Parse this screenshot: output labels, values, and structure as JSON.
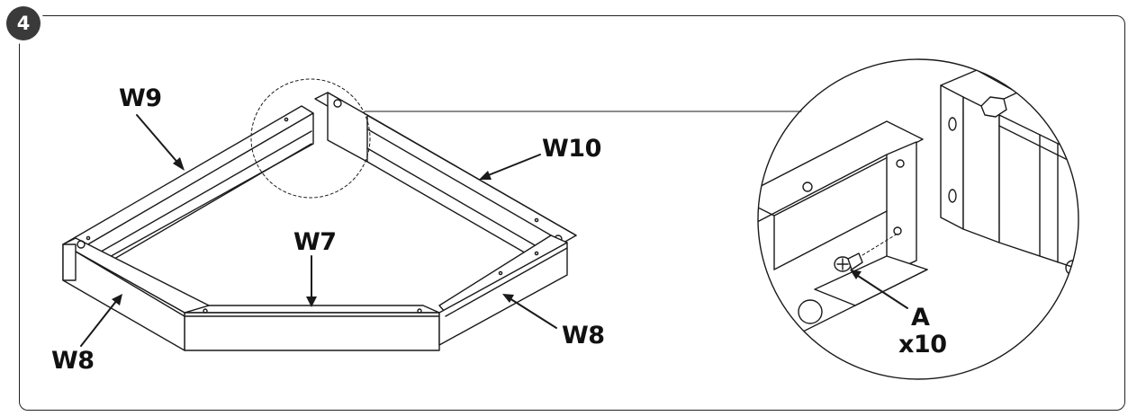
{
  "step": {
    "number": "4"
  },
  "parts": {
    "w9": "W9",
    "w10": "W10",
    "w7": "W7",
    "w8_left": "W8",
    "w8_right": "W8"
  },
  "hardware": {
    "id": "A",
    "quantity": "x10"
  },
  "colors": {
    "line": "#1a1a1a",
    "badge": "#3a3a3a",
    "background": "#ffffff"
  }
}
